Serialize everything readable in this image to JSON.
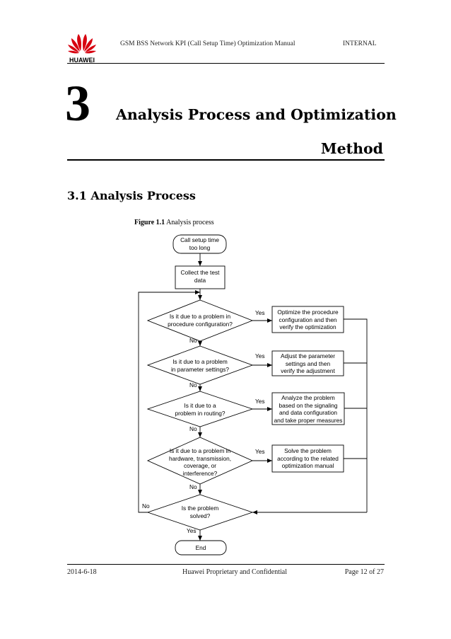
{
  "header": {
    "logo_text": "HUAWEI",
    "doc_title": "GSM BSS Network KPI (Call Setup Time) Optimization Manual",
    "classification": "INTERNAL"
  },
  "chapter": {
    "number": "3",
    "title_line1": "Analysis Process and Optimization",
    "title_line2": "Method"
  },
  "section": {
    "title": "3.1 Analysis Process"
  },
  "figure": {
    "label": "Figure 1.1",
    "caption": "Analysis process"
  },
  "flowchart": {
    "start": {
      "line1": "Call setup time",
      "line2": "too long"
    },
    "collect": {
      "line1": "Collect the test",
      "line2": "data"
    },
    "decisions": [
      {
        "line1": "Is it due to a problem in",
        "line2": "procedure configuration?",
        "line3": "",
        "line4": ""
      },
      {
        "line1": "Is it due to a problem",
        "line2": "in parameter settings?",
        "line3": "",
        "line4": ""
      },
      {
        "line1": "Is it due to a",
        "line2": "problem in routing?",
        "line3": "",
        "line4": ""
      },
      {
        "line1": "Is it due to a problem in",
        "line2": "hardware, transmission,",
        "line3": "coverage, or",
        "line4": "interference?"
      }
    ],
    "actions": [
      {
        "line1": "Optimize the procedure",
        "line2": "configuration and then",
        "line3": "verify the optimization",
        "line4": ""
      },
      {
        "line1": "Adjust the parameter",
        "line2": "settings and then",
        "line3": "verify the adjustment",
        "line4": ""
      },
      {
        "line1": "Analyze the problem",
        "line2": "based on the signaling",
        "line3": "and data configuration",
        "line4": "and take proper measures"
      },
      {
        "line1": "Solve the problem",
        "line2": "according to the related",
        "line3": "optimization manual",
        "line4": ""
      }
    ],
    "solved": {
      "line1": "Is the problem",
      "line2": "solved?"
    },
    "end": "End",
    "yes_label": "Yes",
    "no_label": "No"
  },
  "footer": {
    "date": "2014-6-18",
    "confidentiality": "Huawei Proprietary and Confidential",
    "page": "Page 12 of 27"
  }
}
